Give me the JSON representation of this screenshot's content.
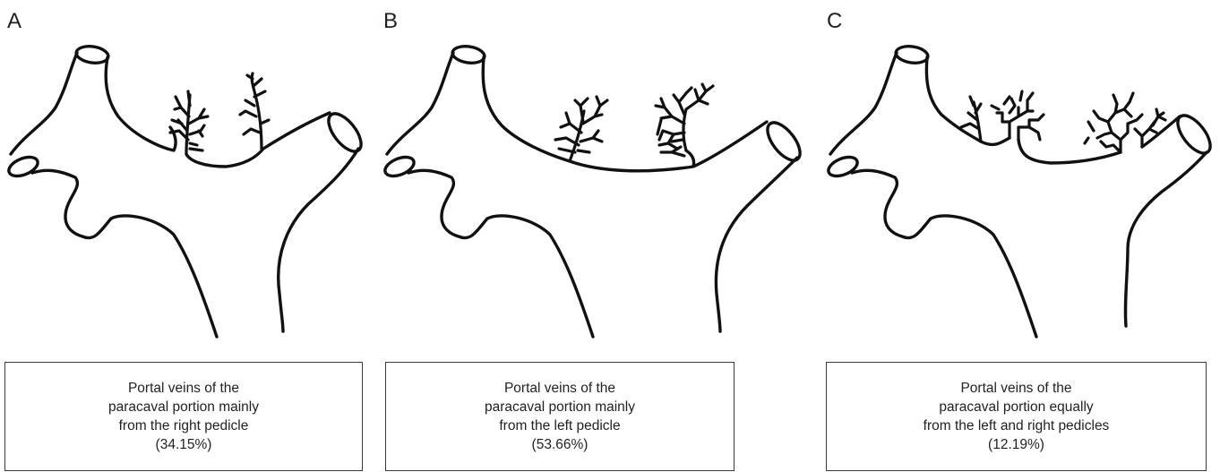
{
  "panels": [
    {
      "letter": "A",
      "caption": [
        "Portal veins of the",
        "paracaval portion mainly",
        "from the right pedicle",
        "(34.15%)"
      ]
    },
    {
      "letter": "B",
      "caption": [
        "Portal veins of the",
        "paracaval portion mainly",
        "from the left pedicle",
        "(53.66%)"
      ]
    },
    {
      "letter": "C",
      "caption": [
        "Portal veins of the",
        "paracaval portion equally",
        "from the left and right pedicles",
        "(12.19%)"
      ]
    }
  ]
}
